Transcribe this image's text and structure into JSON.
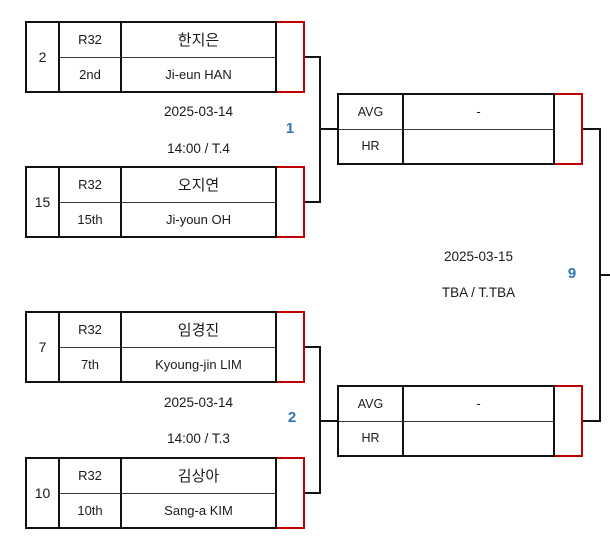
{
  "colors": {
    "bracket_red": "#c00000",
    "line_black": "#111111",
    "match_number_blue": "#2e75b6"
  },
  "entries": [
    {
      "seed": "2",
      "round": "R32",
      "name_kr": "한지은",
      "rank": "2nd",
      "name_en": "Ji-eun HAN"
    },
    {
      "seed": "15",
      "round": "R32",
      "name_kr": "오지연",
      "rank": "15th",
      "name_en": "Ji-youn OH"
    },
    {
      "seed": "7",
      "round": "R32",
      "name_kr": "임경진",
      "rank": "7th",
      "name_en": "Kyoung-jin LIM"
    },
    {
      "seed": "10",
      "round": "R32",
      "name_kr": "김상아",
      "rank": "10th",
      "name_en": "Sang-a KIM"
    }
  ],
  "matches": [
    {
      "number": "1",
      "date": "2025-03-14",
      "time": "14:00 / T.4"
    },
    {
      "number": "2",
      "date": "2025-03-14",
      "time": "14:00 / T.3"
    },
    {
      "number": "9",
      "date": "2025-03-15",
      "time": "TBA / T.TBA"
    }
  ],
  "result_tables": [
    {
      "avg_label": "AVG",
      "avg_value": "-",
      "hr_label": "HR",
      "hr_value": ""
    },
    {
      "avg_label": "AVG",
      "avg_value": "-",
      "hr_label": "HR",
      "hr_value": ""
    }
  ]
}
